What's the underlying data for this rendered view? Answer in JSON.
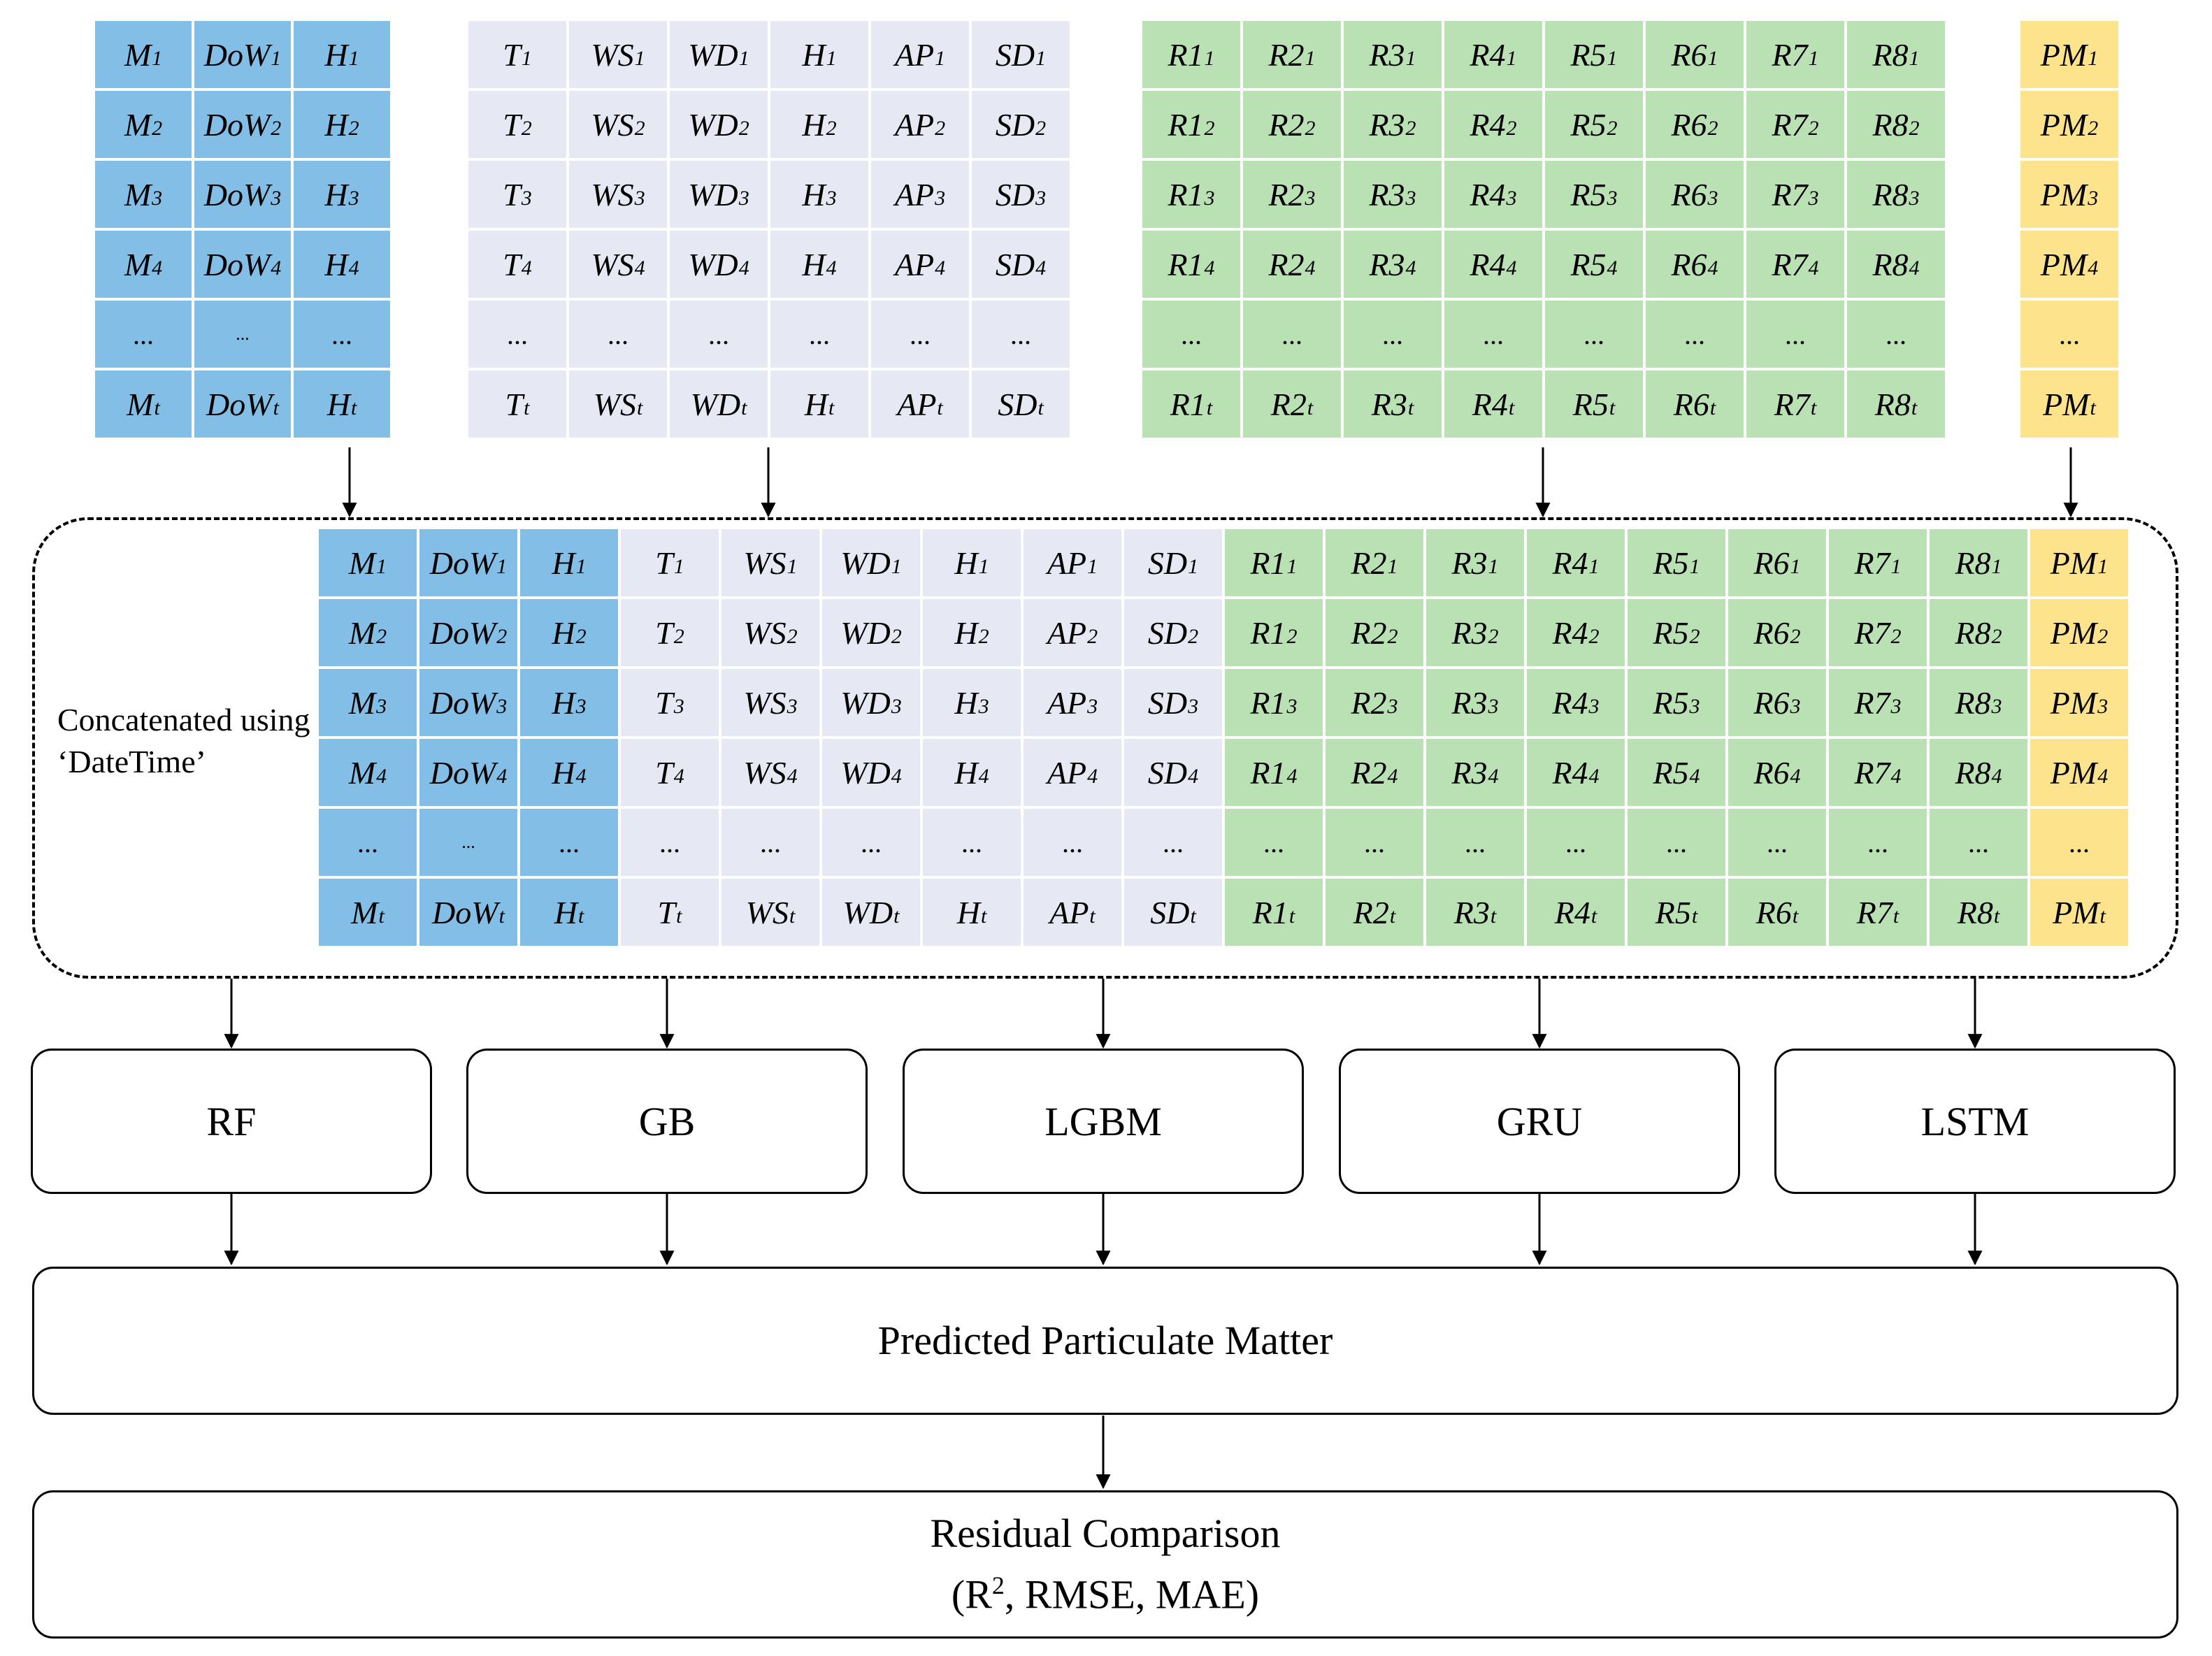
{
  "tables": {
    "time": {
      "color": "#82bee5",
      "columns": [
        "M",
        "DoW",
        "H"
      ],
      "rows": [
        "1",
        "2",
        "3",
        "4",
        "...",
        "t"
      ]
    },
    "weather": {
      "color": "#e6e9f4",
      "columns": [
        "T",
        "WS",
        "WD",
        "H",
        "AP",
        "SD"
      ],
      "rows": [
        "1",
        "2",
        "3",
        "4",
        "...",
        "t"
      ]
    },
    "roads": {
      "color": "#b9e1b4",
      "columns": [
        "R1",
        "R2",
        "R3",
        "R4",
        "R5",
        "R6",
        "R7",
        "R8"
      ],
      "rows": [
        "1",
        "2",
        "3",
        "4",
        "...",
        "t"
      ]
    },
    "target": {
      "color": "#fde48c",
      "columns": [
        "PM"
      ],
      "rows": [
        "1",
        "2",
        "3",
        "4",
        "...",
        "t"
      ]
    }
  },
  "concat_label": "Concatenated using ‘DateTime’",
  "models": [
    "RF",
    "GB",
    "LGBM",
    "GRU",
    "LSTM"
  ],
  "prediction_label": "Predicted Particulate Matter",
  "comparison": {
    "title": "Residual Comparison",
    "metrics_open": "(R",
    "metrics_sup": "2",
    "metrics_rest": ", RMSE, MAE)"
  }
}
